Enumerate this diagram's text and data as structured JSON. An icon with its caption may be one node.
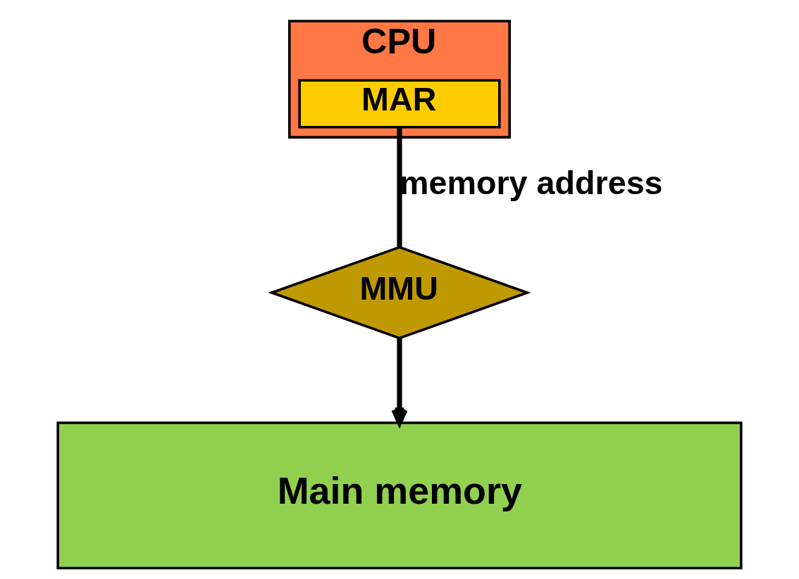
{
  "diagram": {
    "nodes": [
      {
        "text": [
          "CPU"
        ]
      },
      {
        "text": [
          "MAR"
        ],
        "in": 0
      },
      {
        "text": [
          "MMU"
        ]
      },
      {
        "text": [
          "Main memory"
        ]
      }
    ],
    "edges": [
      {
        "from": 1,
        "to": 2,
        "arrow": "none",
        "label": "memory address"
      },
      {
        "from": 2,
        "to": 3,
        "arrow": "to"
      }
    ]
  }
}
